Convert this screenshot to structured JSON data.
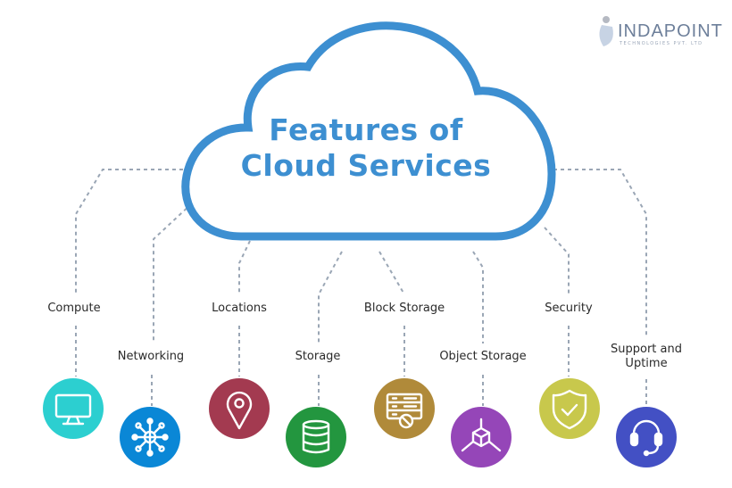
{
  "title": {
    "line1": "Features of",
    "line2": "Cloud Services"
  },
  "logo": {
    "name": "INDAPOINT",
    "subtitle": "TECHNOLOGIES PVT. LTD"
  },
  "colors": {
    "accent": "#3d8fd1",
    "connector": "#9aa6b5"
  },
  "features": [
    {
      "label": "Compute",
      "icon": "monitor-icon",
      "color": "#2ccfd0"
    },
    {
      "label": "Networking",
      "icon": "network-globe-icon",
      "color": "#0a87d6"
    },
    {
      "label": "Locations",
      "icon": "map-pin-icon",
      "color": "#a33a50"
    },
    {
      "label": "Storage",
      "icon": "database-icon",
      "color": "#23963f"
    },
    {
      "label": "Block Storage",
      "icon": "server-block-icon",
      "color": "#b08a3a"
    },
    {
      "label": "Object Storage",
      "icon": "cube-icon",
      "color": "#9546b8"
    },
    {
      "label": "Security",
      "icon": "shield-check-icon",
      "color": "#c8c84c"
    },
    {
      "label": "Support and",
      "label2": "Uptime",
      "icon": "headset-icon",
      "color": "#4350c4"
    }
  ]
}
